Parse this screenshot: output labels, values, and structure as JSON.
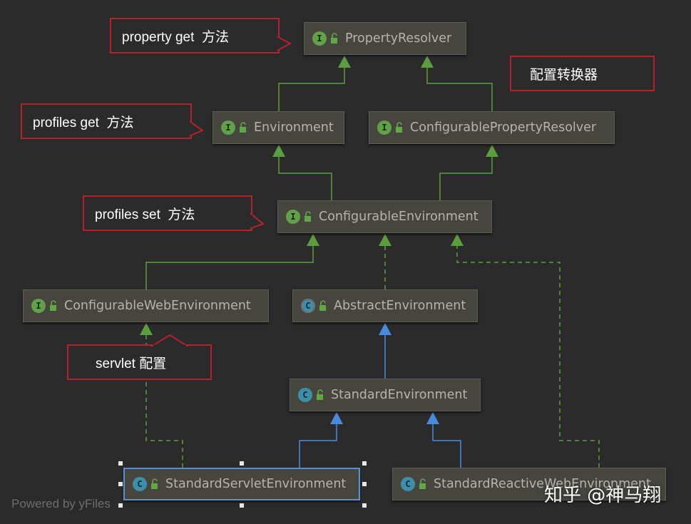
{
  "nodes": {
    "property_resolver": {
      "name": "PropertyResolver",
      "kind": "interface",
      "badge": "I"
    },
    "environment": {
      "name": "Environment",
      "kind": "interface",
      "badge": "I"
    },
    "configurable_property_resolver": {
      "name": "ConfigurablePropertyResolver",
      "kind": "interface",
      "badge": "I"
    },
    "configurable_environment": {
      "name": "ConfigurableEnvironment",
      "kind": "interface",
      "badge": "I"
    },
    "configurable_web_environment": {
      "name": "ConfigurableWebEnvironment",
      "kind": "interface",
      "badge": "I"
    },
    "abstract_environment": {
      "name": "AbstractEnvironment",
      "kind": "abstract-class",
      "badge": "C"
    },
    "standard_environment": {
      "name": "StandardEnvironment",
      "kind": "class",
      "badge": "C"
    },
    "standard_servlet_environment": {
      "name": "StandardServletEnvironment",
      "kind": "class",
      "badge": "C",
      "selected": true
    },
    "standard_reactive_web_environment": {
      "name": "StandardReactiveWebEnvironment",
      "kind": "class",
      "badge": "C"
    }
  },
  "edges": [
    {
      "from": "environment",
      "to": "property_resolver",
      "style": "extends"
    },
    {
      "from": "configurable_property_resolver",
      "to": "property_resolver",
      "style": "extends"
    },
    {
      "from": "configurable_environment",
      "to": "environment",
      "style": "extends"
    },
    {
      "from": "configurable_environment",
      "to": "configurable_property_resolver",
      "style": "extends"
    },
    {
      "from": "configurable_web_environment",
      "to": "configurable_environment",
      "style": "extends"
    },
    {
      "from": "abstract_environment",
      "to": "configurable_environment",
      "style": "implements"
    },
    {
      "from": "standard_environment",
      "to": "abstract_environment",
      "style": "class-extends"
    },
    {
      "from": "standard_servlet_environment",
      "to": "standard_environment",
      "style": "class-extends"
    },
    {
      "from": "standard_reactive_web_environment",
      "to": "standard_environment",
      "style": "class-extends"
    },
    {
      "from": "standard_servlet_environment",
      "to": "configurable_web_environment",
      "style": "implements"
    },
    {
      "from": "standard_reactive_web_environment",
      "to": "configurable_environment",
      "style": "implements"
    }
  ],
  "annotations": {
    "property_get": "property get  方法",
    "profiles_get": "profiles get  方法",
    "config_converter": "配置转换器",
    "profiles_set": "profiles set  方法",
    "servlet_config": "servlet 配置"
  },
  "watermarks": {
    "left": "Powered by yFiles",
    "right": "知乎 @神马翔"
  },
  "colors": {
    "background": "#2b2b2b",
    "node_fill": "#46463e",
    "node_text": "#b4b4aa",
    "interface_edge": "#5a9e3e",
    "class_edge": "#4a8be0",
    "callout_border": "#b4222a",
    "selection": "#5b8fd4"
  },
  "icons": {
    "interface_badge": "interface-icon",
    "class_badge": "class-icon",
    "visibility": "lock-icon"
  }
}
